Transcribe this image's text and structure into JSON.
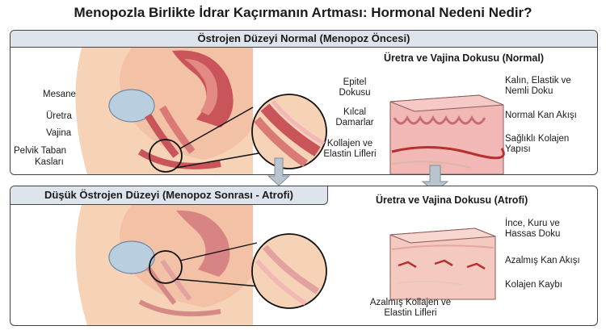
{
  "title": "Menopozla Birlikte İdrar Kaçırmanın Artması: Hormonal Nedeni Nedir?",
  "top_panel": {
    "header": "Östrojen Düzeyi Normal (Menopoz Öncesi)",
    "anatomy_labels": {
      "mesane": "Mesane",
      "uretra": "Üretra",
      "vajina": "Vajina",
      "pelvik_line1": "Pelvik Taban",
      "pelvik_line2": "Kasları"
    },
    "tissue_title": "Üretra ve Vajina Dokusu (Normal)",
    "tissue_labels": {
      "epitel_line1": "Epitel",
      "epitel_line2": "Dokusu",
      "kilcal_line1": "Kılcal",
      "kilcal_line2": "Damarlar",
      "kollajen_line1": "Kollajen ve",
      "kollajen_line2": "Elastin Lifleri",
      "kalin_line1": "Kalın, Elastik ve",
      "kalin_line2": "Nemli Doku",
      "kan": "Normal Kan Akışı",
      "saglikli_line1": "Sağlıklı Kolajen",
      "saglikli_line2": "Yapısı"
    }
  },
  "bottom_panel": {
    "header": "Düşük Östrojen Düzeyi (Menopoz Sonrası - Atrofi)",
    "tissue_title": "Üretra ve Vajina Dokusu (Atrofi)",
    "tissue_labels": {
      "ince_line1": "İnce, Kuru ve",
      "ince_line2": "Hassas Doku",
      "kan": "Azalmış Kan Akışı",
      "kolajen": "Kolajen Kaybı",
      "azalmis_line1": "Azalmış Kollajen ve",
      "azalmis_line2": "Elastin Lifleri"
    }
  },
  "colors": {
    "skin": "#f6d3b6",
    "muscle": "#c9545a",
    "tissue_pink": "#f1b8b5",
    "vessel": "#b5302f",
    "header_bg": "#dde4ec",
    "arrow": "#b9c4cf"
  }
}
